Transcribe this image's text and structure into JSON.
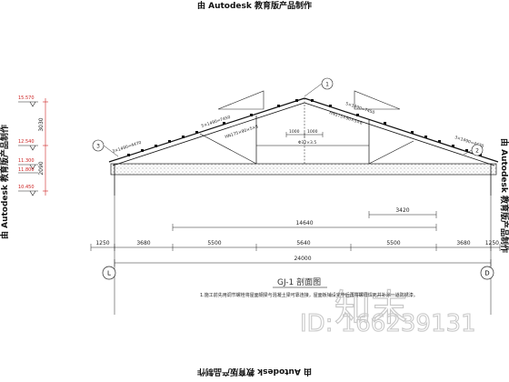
{
  "watermarks": {
    "top": "由 Autodesk 教育版产品制作",
    "bottom": "由 Autodesk 教育版产品制作",
    "left": "由 Autodesk 教育版产品制作",
    "right": "由 Autodesk 教育版产品制作"
  },
  "elevations": {
    "e1": "15.570",
    "e2": "12.540",
    "e3": "11.300",
    "e4": "11.800",
    "e5": "10.450"
  },
  "vertical_dims": {
    "upper": "3030",
    "lower": "2090"
  },
  "member_labels": {
    "left_upper": "5×1490=7450",
    "left_lower": "3×1490=4470",
    "right_upper": "5×1490=7450",
    "right_lower": "3×1490=4470",
    "left_beam": "HN175×90×5×8",
    "right_beam": "HN175×90×5×8",
    "tie": "Φ32×3.5",
    "ridge_left": "1000",
    "ridge_right": "1000"
  },
  "spans": {
    "inner_span": "14640",
    "right_inner": "3420",
    "overall": "24000",
    "segments": [
      "1250",
      "3680",
      "5500",
      "5640",
      "5500",
      "3680",
      "1250"
    ]
  },
  "grid_axes": {
    "left": "L",
    "right": "D"
  },
  "callouts": {
    "top": "1",
    "left": "3",
    "right": "2"
  },
  "drawing_title": "GJ-1 剖面图",
  "notes": "1.施工前先用调节螺栓将屋面钢梁与混凝土梁可靠连接，屋面板铺设完毕后再将螺母焊死并补涂一道防锈漆。",
  "brand_logo": "知末",
  "id_label": "ID: 166239131"
}
